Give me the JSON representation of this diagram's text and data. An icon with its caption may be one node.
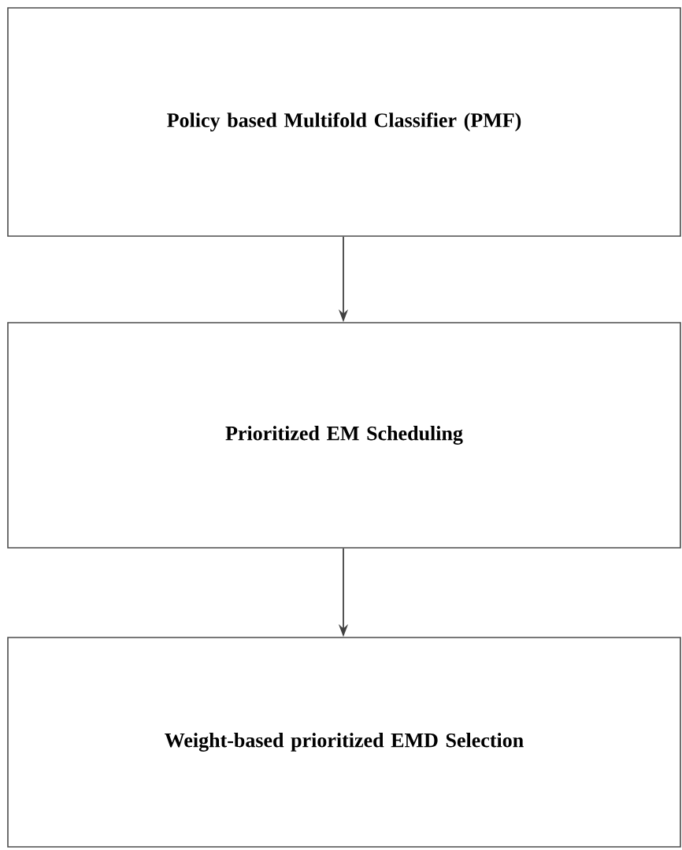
{
  "diagram": {
    "nodes": [
      {
        "text": [
          "Policy based Multifold Classifier (PMF)"
        ]
      },
      {
        "text": [
          "Prioritized EM Scheduling"
        ]
      },
      {
        "text": [
          "Weight-based prioritized EMD Selection"
        ]
      }
    ],
    "edges": [
      {
        "from": 0,
        "to": 1,
        "arrow": "to"
      },
      {
        "from": 1,
        "to": 2,
        "arrow": "to"
      }
    ]
  }
}
